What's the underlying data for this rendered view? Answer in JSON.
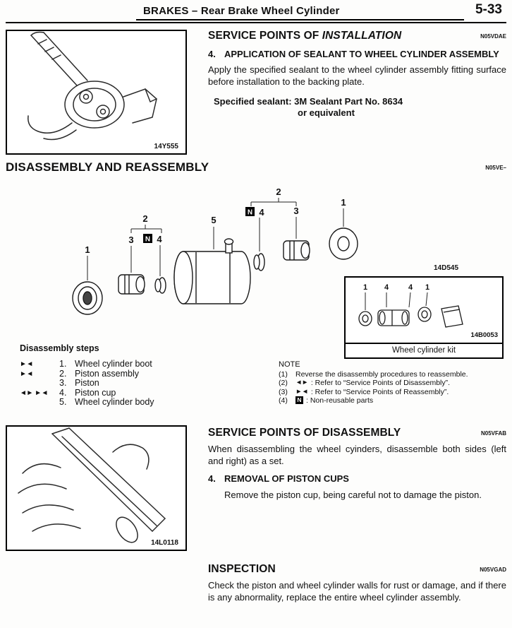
{
  "header": {
    "title": "BRAKES – Rear Brake Wheel Cylinder",
    "page_number": "5-33"
  },
  "installation": {
    "heading_main": "SERVICE POINTS OF ",
    "heading_em": "INSTALLATION",
    "code": "N05VDAE",
    "figure_code": "14Y555",
    "step_number": "4.",
    "step_title": "APPLICATION OF SEALANT TO WHEEL CYLINDER ASSEMBLY",
    "body": "Apply the specified sealant to the wheel cylinder assembly fitting surface before installation to the backing plate.",
    "sealant_line1": "Specified sealant: 3M Sealant Part No. 8634",
    "sealant_line2": "or equivalent"
  },
  "disassembly_diagram": {
    "heading": "DISASSEMBLY AND REASSEMBLY",
    "code": "N05VE–",
    "figure_code": "14D545",
    "callouts": {
      "boot_left": "1",
      "group_left": "2",
      "piston_left": "3",
      "cup_left": "4",
      "body": "5",
      "group_right": "2",
      "cup_right": "4",
      "piston_right": "3",
      "boot_right": "1",
      "n_mark": "N"
    },
    "kit": {
      "callout_1": "1",
      "callout_2": "4",
      "callout_3": "4",
      "callout_4": "1",
      "code": "14B0053",
      "label": "Wheel cylinder kit"
    }
  },
  "steps": {
    "heading": "Disassembly steps",
    "s1": {
      "sym": "►◄",
      "num": "1.",
      "label": "Wheel cylinder boot"
    },
    "s2": {
      "sym": "►◄",
      "num": "2.",
      "label": "Piston assembly"
    },
    "s3": {
      "sym": "",
      "num": "3.",
      "label": "Piston"
    },
    "s4": {
      "sym": "◄► ►◄",
      "num": "4.",
      "label": "Piston cup"
    },
    "s5": {
      "sym": "",
      "num": "5.",
      "label": "Wheel cylinder body"
    }
  },
  "note": {
    "heading": "NOTE",
    "i1_num": "(1)",
    "i1_text": "Reverse the disassembly procedures to reassemble.",
    "i2_num": "(2)",
    "i2_sym": "◄►",
    "i2_text": ": Refer to “Service Points of Disassembly”.",
    "i3_num": "(3)",
    "i3_sym": "►◄",
    "i3_text": ": Refer to “Service Points of Reassembly”.",
    "i4_num": "(4)",
    "i4_sym": "N",
    "i4_text": ": Non-reusable parts"
  },
  "disassembly_points": {
    "heading": "SERVICE POINTS OF DISASSEMBLY",
    "code": "N05VFAB",
    "figure_code": "14L0118",
    "intro": "When disassembling the wheel cyinders, disassemble both sides (left and right) as a set.",
    "step_number": "4.",
    "step_title": "REMOVAL OF PISTON CUPS",
    "body": "Remove the piston cup, being careful not to damage the piston."
  },
  "inspection": {
    "heading": "INSPECTION",
    "code": "N05VGAD",
    "body": "Check the piston and wheel cylinder walls for rust or damage, and if there is any abnormality, replace the entire wheel cylinder assembly."
  }
}
